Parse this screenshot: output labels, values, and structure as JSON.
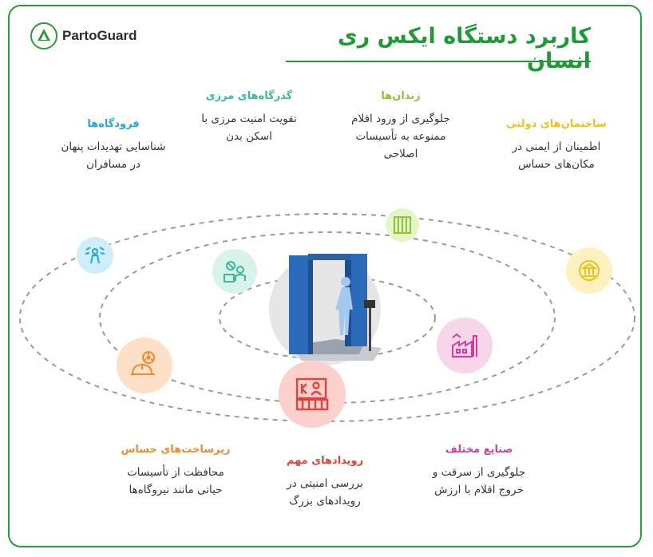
{
  "brand": {
    "name": "PartoGuard"
  },
  "title": "کاربرد دستگاه ایکس ری انسان",
  "colors": {
    "frame": "#2c9a3a",
    "title": "#1f9a36",
    "orbit": "#9a9a9a"
  },
  "categories": [
    {
      "key": "airports",
      "title": "فرودگاه‌ها",
      "desc_lines": [
        "شناسایی تهدیدات پنهان",
        "در مسافران"
      ],
      "color": "#27a7d8",
      "icon": "airport-icon"
    },
    {
      "key": "border",
      "title": "گذرگاه‌های مرزی",
      "desc_lines": [
        "تقویت امنیت مرزی با",
        "اسکن بدن"
      ],
      "color": "#3bb99a",
      "icon": "border-guard-icon"
    },
    {
      "key": "prisons",
      "title": "زندان‌ها",
      "desc_lines": [
        "جلوگیری از ورود اقلام",
        "ممنوعه به تأسیسات",
        "اصلاحی"
      ],
      "color": "#8fc43a",
      "icon": "prison-icon"
    },
    {
      "key": "government",
      "title": "ساختمان‌های دولتی",
      "desc_lines": [
        "اطمینان از ایمنی در",
        "مکان‌های حساس"
      ],
      "color": "#e9c21b",
      "icon": "government-building-icon"
    },
    {
      "key": "industries",
      "title": "صنایع مختلف",
      "desc_lines": [
        "جلوگیری از سرقت و",
        "خروج اقلام با ارزش"
      ],
      "color": "#cf3e98",
      "icon": "factory-icon"
    },
    {
      "key": "events",
      "title": "رویدادهای مهم",
      "desc_lines": [
        "بررسی امنیتی در",
        "رویدادهای بزرگ"
      ],
      "color": "#e2443b",
      "icon": "event-icon"
    },
    {
      "key": "infrastructure",
      "title": "زیرساخت‌های حساس",
      "desc_lines": [
        "محافظت از تأسیسات",
        "حیاتی مانند نیروگاه‌ها"
      ],
      "color": "#ef8a30",
      "icon": "nuclear-infrastructure-icon"
    }
  ],
  "center_image": {
    "icon": "body-scanner-gate-icon"
  }
}
